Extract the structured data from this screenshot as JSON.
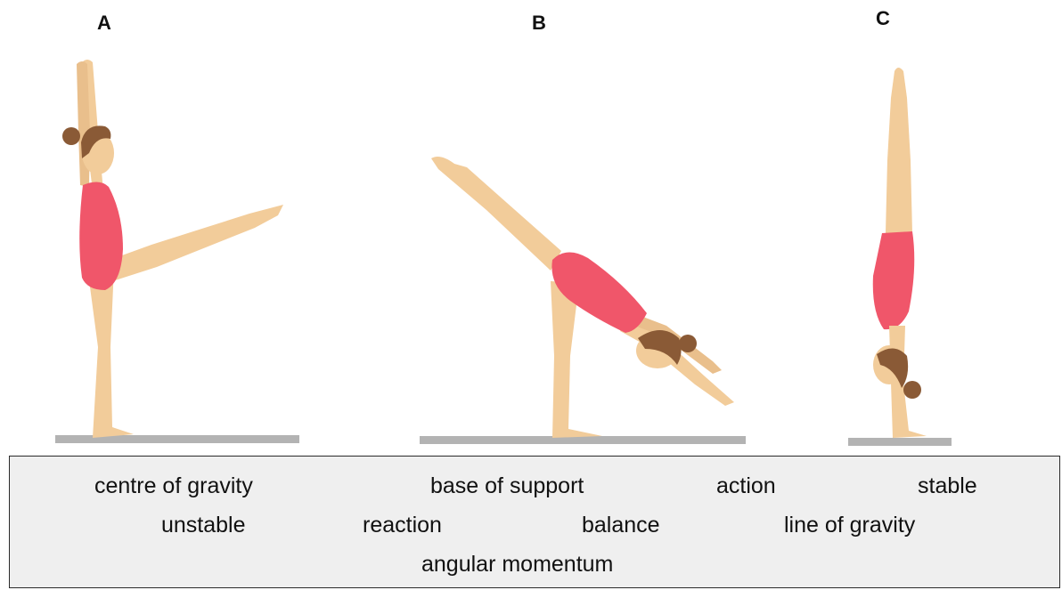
{
  "figure_labels": {
    "a": "A",
    "b": "B",
    "c": "C"
  },
  "word_bank": {
    "row1": [
      "centre of gravity",
      "base of support",
      "action",
      "stable"
    ],
    "row2": [
      "unstable",
      "reaction",
      "balance",
      "line of gravity"
    ],
    "row3": [
      "angular momentum"
    ]
  },
  "colors": {
    "skin": "#f2cc9a",
    "leotard": "#f0566a",
    "hair": "#8a5a36",
    "floor": "#b3b3b3",
    "word_bank_background": "#efefef",
    "word_bank_border": "#2a2a2a"
  }
}
